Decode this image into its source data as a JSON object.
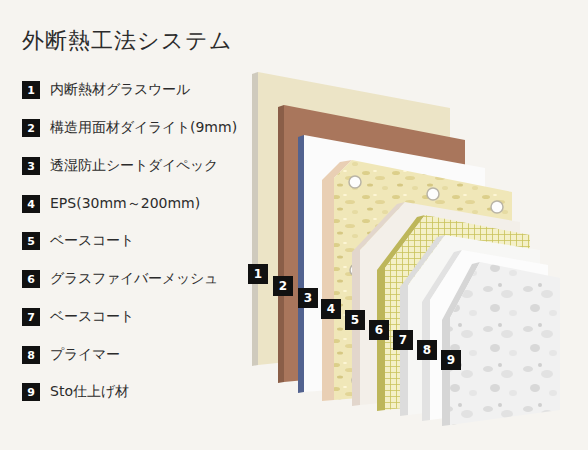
{
  "diagram": {
    "title": "外断熱工法システム",
    "labels": [
      "1",
      "内断熱材グラスウール",
      "2",
      "構造用面材ダイライト(9mm)",
      "3",
      "透湿防止シートダイペック",
      "4",
      "EPS(30mm～200mm)",
      "5",
      "ベースコート",
      "6",
      "グラスファイバーメッシュ",
      "7",
      "ベースコート",
      "8",
      "プライマー",
      "9",
      "Sto仕上げ材",
      "1",
      "2",
      "3",
      "4",
      "5",
      "6",
      "7",
      "8",
      "9"
    ]
  }
}
